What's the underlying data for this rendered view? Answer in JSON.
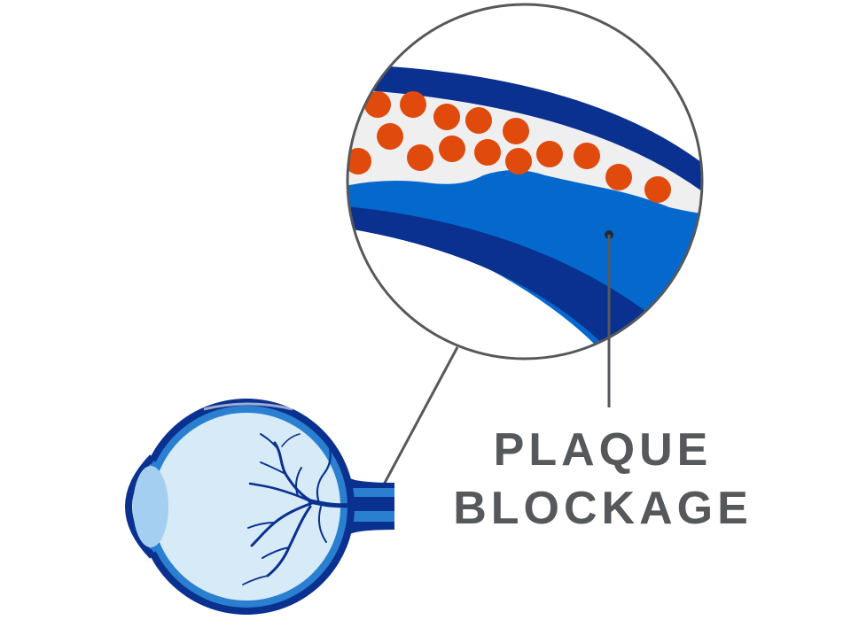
{
  "label": {
    "line1": "PLAQUE",
    "line2": "BLOCKAGE"
  },
  "colors": {
    "vessel_wall": "#0a318f",
    "plaque": "#0568cd",
    "blood_cell": "#e04a0c",
    "vessel_lumen": "#efefef",
    "eye_fill": "#d6eaf7",
    "eye_outline": "#0a318f",
    "eye_band": "#2a7fd0",
    "lens": "#a5cff0",
    "text": "#55595c",
    "leader": "#55595c"
  },
  "icons": {
    "eye": "eyeball-icon",
    "magnifier": "magnifier-circle"
  }
}
